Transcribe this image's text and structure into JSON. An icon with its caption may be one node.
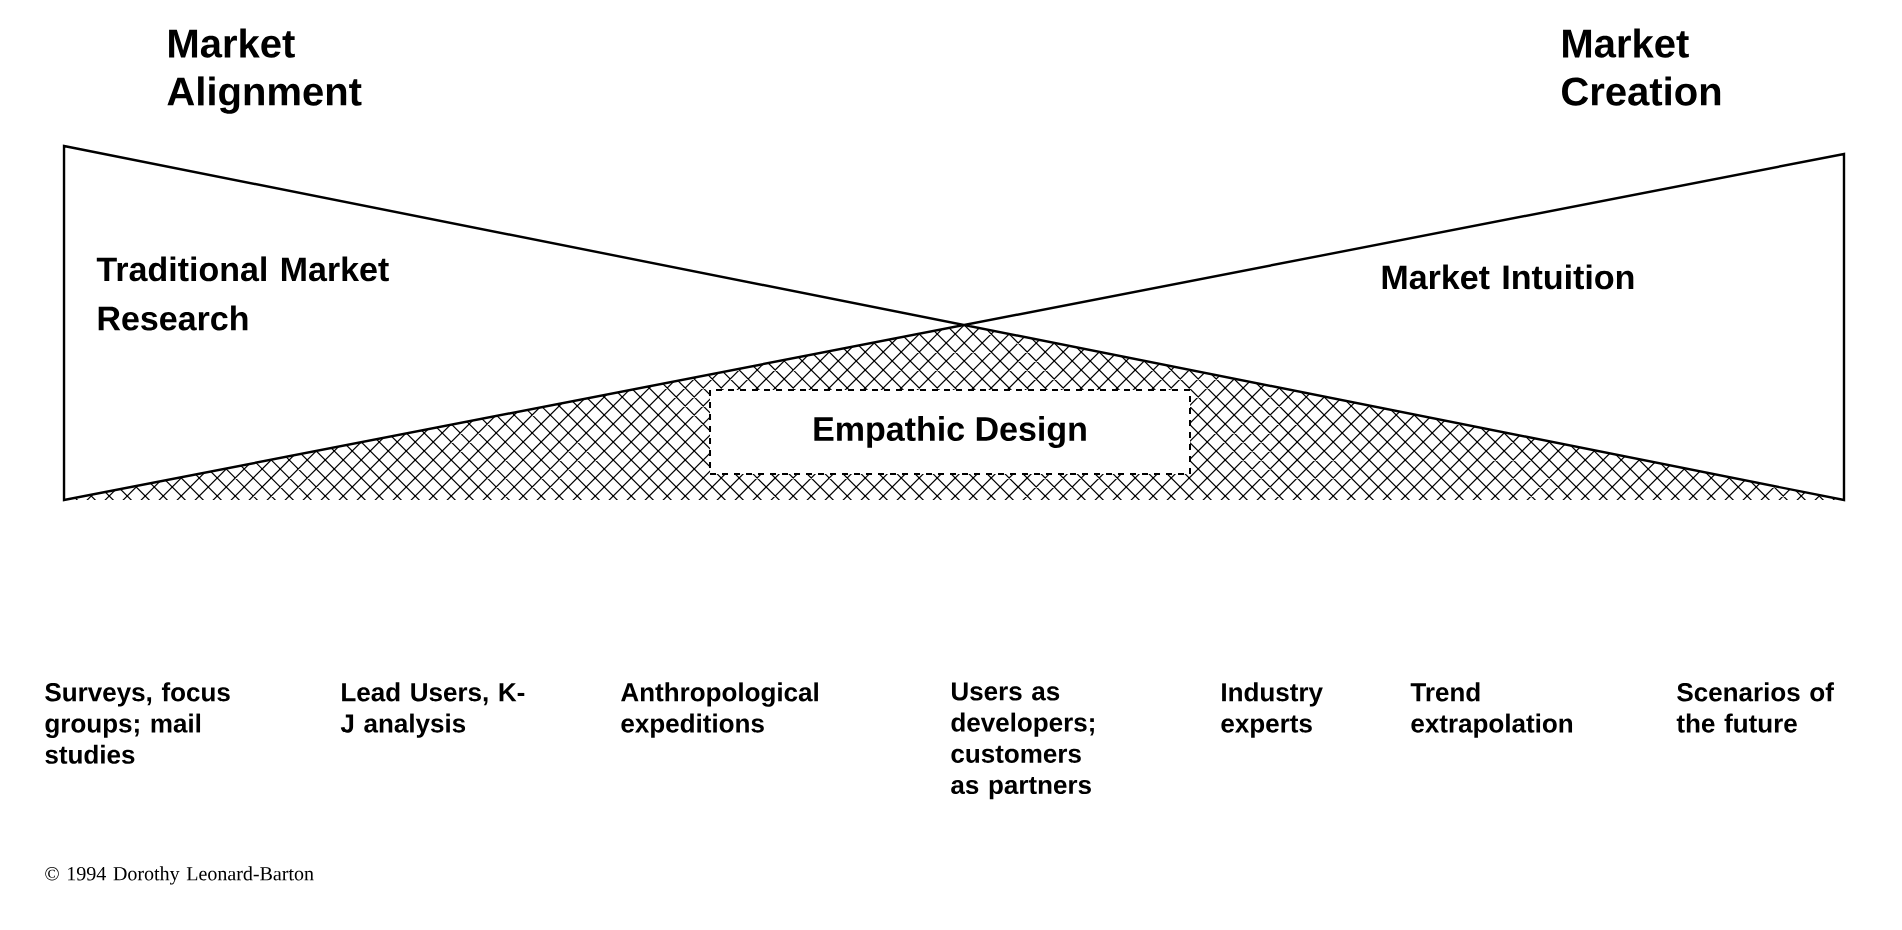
{
  "diagram": {
    "nodes": [
      {
        "text": [
          "Empathic Design"
        ]
      }
    ],
    "labels": [
      "Market Alignment",
      "Market Creation",
      "Traditional Market Research",
      "Market Intuition",
      "Surveys, focus groups; mail studies",
      "Lead Users, K-J analysis",
      "Anthropological expeditions",
      "Users as developers; customers as partners",
      "Industry experts",
      "Trend extrapolation",
      "Scenarios of the future",
      "© 1994 Dorothy Leonard-Barton"
    ]
  }
}
